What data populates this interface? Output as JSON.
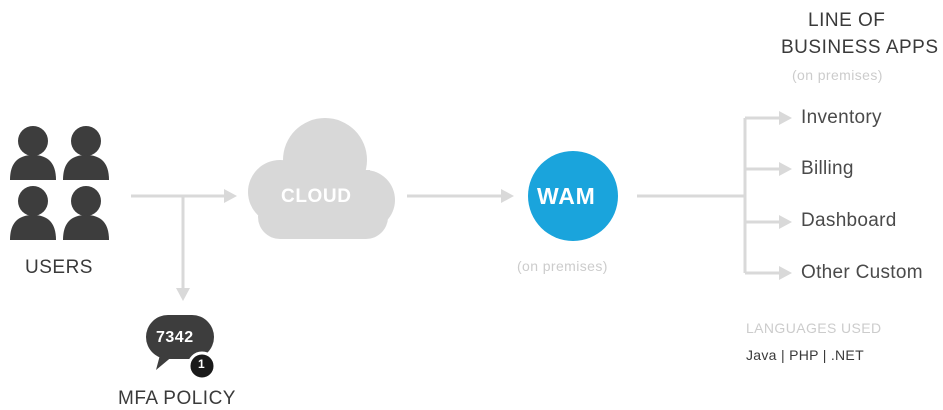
{
  "users": {
    "label": "USERS",
    "icon": "users-icon"
  },
  "cloud": {
    "label": "CLOUD",
    "icon": "cloud-icon"
  },
  "wam": {
    "label": "WAM",
    "sublabel": "(on premises)",
    "color": "#1aa4dc"
  },
  "mfa": {
    "code": "7342",
    "badge": "1",
    "label": "MFA POLICY",
    "icon": "chat-bubble-icon"
  },
  "lob": {
    "title_line1": "LINE OF",
    "title_line2": "BUSINESS APPS",
    "sublabel": "(on premises)",
    "apps": [
      "Inventory",
      "Billing",
      "Dashboard",
      "Other Custom"
    ]
  },
  "languages": {
    "heading": "LANGUAGES USED",
    "list": "Java | PHP | .NET"
  },
  "colors": {
    "icon_dark": "#3d3d3d",
    "cloud_gray": "#d8d8d8",
    "arrow_gray": "#d9d9d9",
    "wam_blue": "#1aa4dc"
  }
}
